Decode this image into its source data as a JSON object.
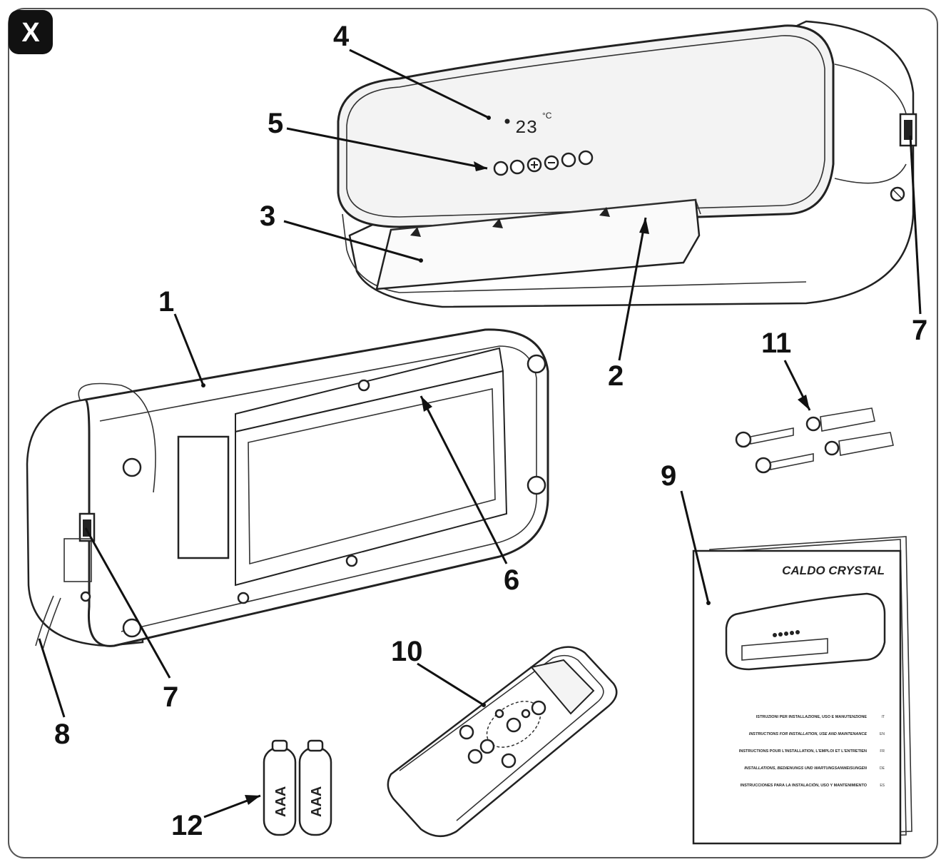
{
  "badge": "X",
  "display_temp": "23",
  "display_unit": "°C",
  "labels": {
    "l1": "1",
    "l2": "2",
    "l3": "3",
    "l4": "4",
    "l5": "5",
    "l6": "6",
    "l7a": "7",
    "l7b": "7",
    "l8": "8",
    "l9": "9",
    "l10": "10",
    "l11": "11",
    "l12": "12"
  },
  "battery_label": "AAA",
  "manual": {
    "title": "CALDO CRYSTAL",
    "lines": [
      "ISTRUZIONI PER INSTALLAZIONE, USO E MANUTENZIONE",
      "INSTRUCTIONS FOR INSTALLATION, USE AND MAINTENANCE",
      "INSTRUCTIONS POUR L'INSTALLATION, L'EMPLOI ET L'ENTRETIEN",
      "INSTALLATIONS, BEDIENUNGS UND WARTUNGSANWEISUNGEN",
      "INSTRUCCIONES PARA LA INSTALACIÓN, USO Y MANTENIMIENTO"
    ],
    "codes": [
      "IT",
      "EN",
      "FR",
      "DE",
      "ES"
    ]
  }
}
